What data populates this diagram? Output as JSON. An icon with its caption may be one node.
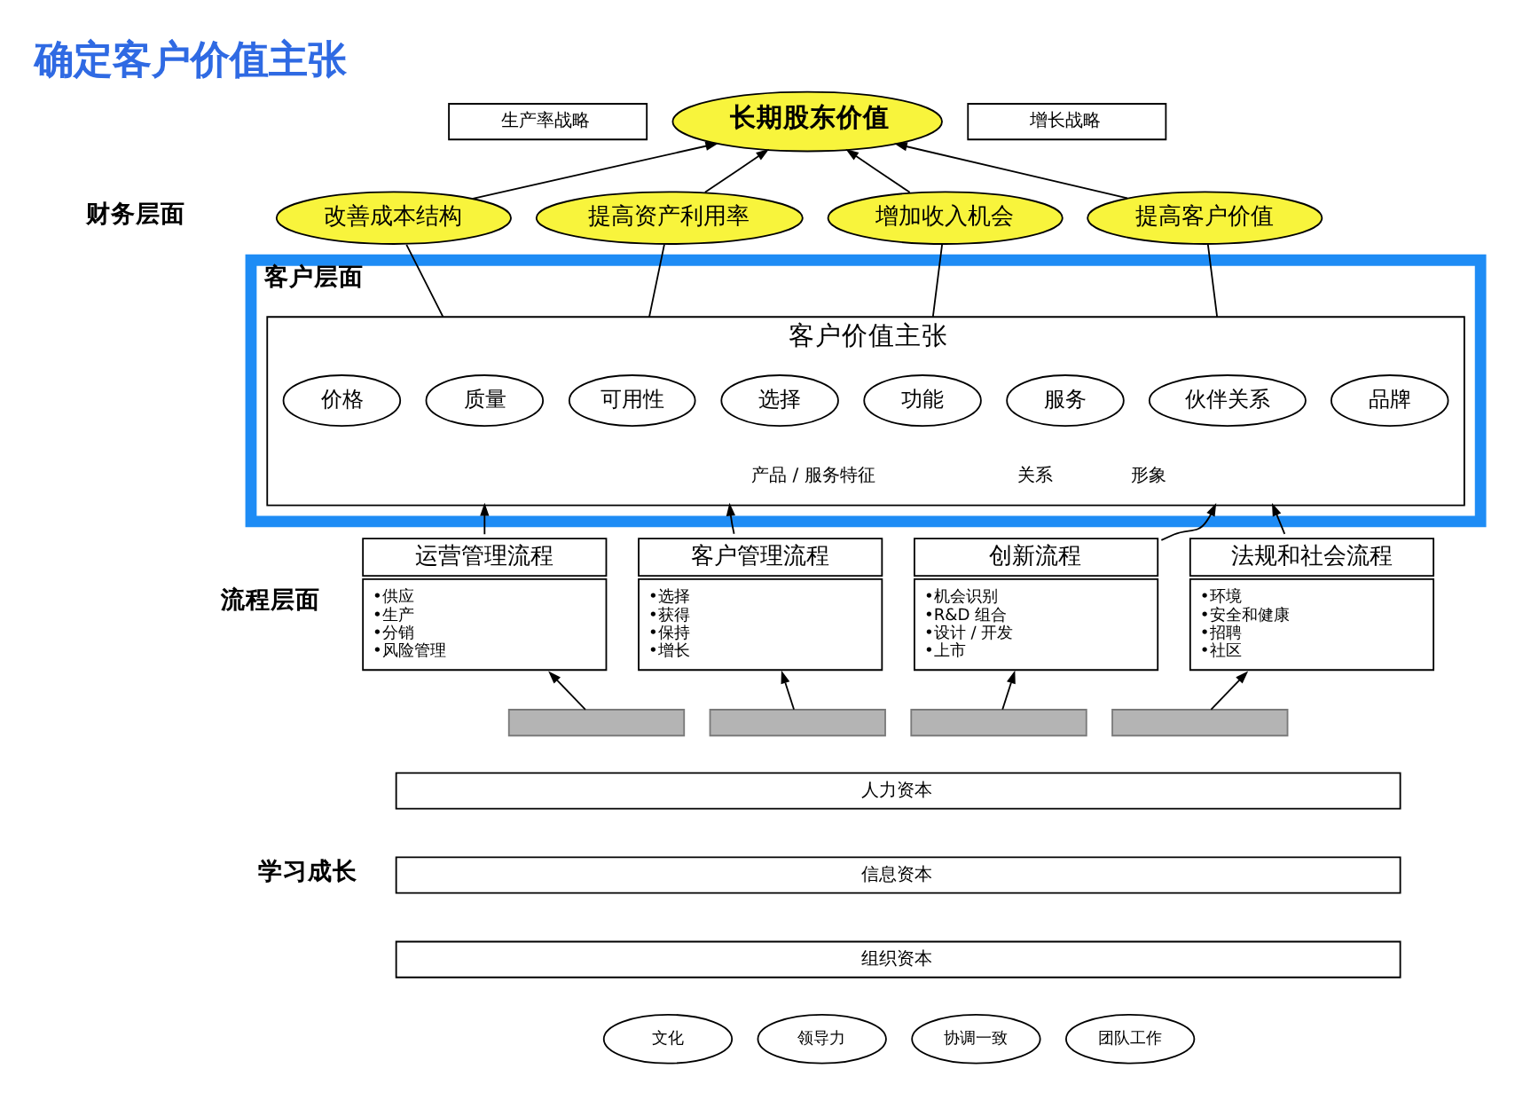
{
  "diagram": {
    "title": "确定客户价值主张",
    "nodes": [
      {
        "text": [
          "生产率战略"
        ]
      },
      {
        "text": [
          "长期股东价值"
        ]
      },
      {
        "text": [
          "增长战略"
        ]
      },
      {
        "text": [
          "改善成本结构"
        ]
      },
      {
        "text": [
          "提高资产利用率"
        ]
      },
      {
        "text": [
          "增加收入机会"
        ]
      },
      {
        "text": [
          "提高客户价值"
        ]
      },
      {
        "text": [
          "客户层面"
        ]
      },
      {
        "text": [
          "客户价值主张"
        ],
        "in": 7
      },
      {
        "text": [
          "价格"
        ],
        "in": 8
      },
      {
        "text": [
          "质量"
        ],
        "in": 8
      },
      {
        "text": [
          "可用性"
        ],
        "in": 8
      },
      {
        "text": [
          "选择"
        ],
        "in": 8
      },
      {
        "text": [
          "功能"
        ],
        "in": 8
      },
      {
        "text": [
          "服务"
        ],
        "in": 8
      },
      {
        "text": [
          "伙伴关系"
        ],
        "in": 8
      },
      {
        "text": [
          "品牌"
        ],
        "in": 8
      },
      {
        "text": [
          "运营管理流程",
          "•供应",
          "•生产",
          "•分销",
          "•风险管理"
        ]
      },
      {
        "text": [
          "客户管理流程",
          "•选择",
          "•获得",
          "•保持",
          "•增长"
        ]
      },
      {
        "text": [
          "创新流程",
          "•机会识别",
          "•R&D 组合",
          "•设计 / 开发",
          "•上市"
        ]
      },
      {
        "text": [
          "法规和社会流程",
          "•环境",
          "•安全和健康",
          "•招聘",
          "•社区"
        ]
      },
      {
        "text": [],
        "shape": "box"
      },
      {
        "text": [],
        "shape": "box"
      },
      {
        "text": [],
        "shape": "box"
      },
      {
        "text": [],
        "shape": "box"
      },
      {
        "text": [
          "人力资本"
        ]
      },
      {
        "text": [
          "信息资本"
        ]
      },
      {
        "text": [
          "组织资本"
        ]
      },
      {
        "text": [
          "文化"
        ]
      },
      {
        "text": [
          "领导力"
        ]
      },
      {
        "text": [
          "协调一致"
        ]
      },
      {
        "text": [
          "团队工作"
        ]
      }
    ],
    "edges": [
      {
        "from": 3,
        "to": 1,
        "arrow": "to"
      },
      {
        "from": 4,
        "to": 1,
        "arrow": "to"
      },
      {
        "from": 5,
        "to": 1,
        "arrow": "to"
      },
      {
        "from": 6,
        "to": 1,
        "arrow": "to"
      },
      {
        "from": 8,
        "to": 3,
        "arrow": "none"
      },
      {
        "from": 8,
        "to": 4,
        "arrow": "none"
      },
      {
        "from": 8,
        "to": 5,
        "arrow": "none"
      },
      {
        "from": 8,
        "to": 6,
        "arrow": "none"
      },
      {
        "from": 17,
        "to": 8,
        "arrow": "to"
      },
      {
        "from": 18,
        "to": 8,
        "arrow": "to"
      },
      {
        "from": 19,
        "to": 8,
        "arrow": "to"
      },
      {
        "from": 20,
        "to": 8,
        "arrow": "to"
      },
      {
        "from": 21,
        "to": 17,
        "arrow": "to"
      },
      {
        "from": 22,
        "to": 18,
        "arrow": "to"
      },
      {
        "from": 23,
        "to": 19,
        "arrow": "to"
      },
      {
        "from": 24,
        "to": 20,
        "arrow": "to"
      }
    ],
    "labels": [
      "财务层面",
      "产品 / 服务特征",
      "关系",
      "形象",
      "流程层面",
      "学习成长"
    ]
  }
}
